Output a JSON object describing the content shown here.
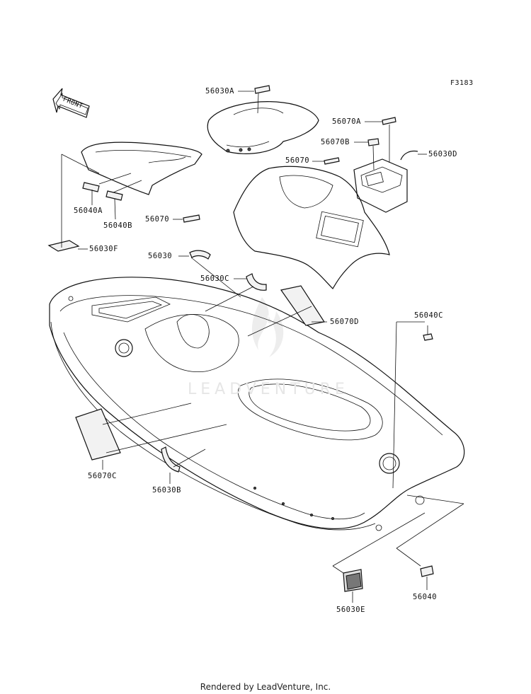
{
  "figure_code": "F3183",
  "front_label": "FRONT",
  "watermark": "LEADVENTURE",
  "footer": "Rendered by LeadVenture, Inc.",
  "part_labels": {
    "p56030A": "56030A",
    "p56070A": "56070A",
    "p56070B": "56070B",
    "p56030D": "56030D",
    "p56070_top": "56070",
    "p56040A": "56040A",
    "p56040B": "56040B",
    "p56070_mid": "56070",
    "p56030F": "56030F",
    "p56030": "56030",
    "p56030C": "56030C",
    "p56070D": "56070D",
    "p56040C": "56040C",
    "p56070C": "56070C",
    "p56030B": "56030B",
    "p56030E": "56030E",
    "p56040": "56040"
  }
}
